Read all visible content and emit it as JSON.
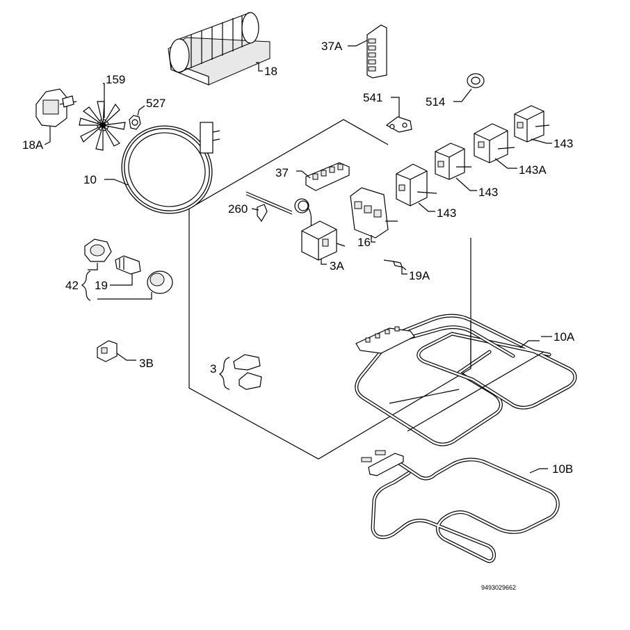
{
  "labels": {
    "l18": "18",
    "l37a": "37A",
    "l159": "159",
    "l527": "527",
    "l18a": "18A",
    "l541": "541",
    "l514": "514",
    "l143_top": "143",
    "l143a": "143A",
    "l143_mid": "143",
    "l143_low": "143",
    "l10": "10",
    "l37": "37",
    "l260": "260",
    "l16": "16",
    "l3a": "3A",
    "l19a": "19A",
    "l42": "42",
    "l19": "19",
    "l3b": "3B",
    "l3": "3",
    "l10a": "10A",
    "l10b": "10B"
  },
  "drawing_code": "9493029662"
}
